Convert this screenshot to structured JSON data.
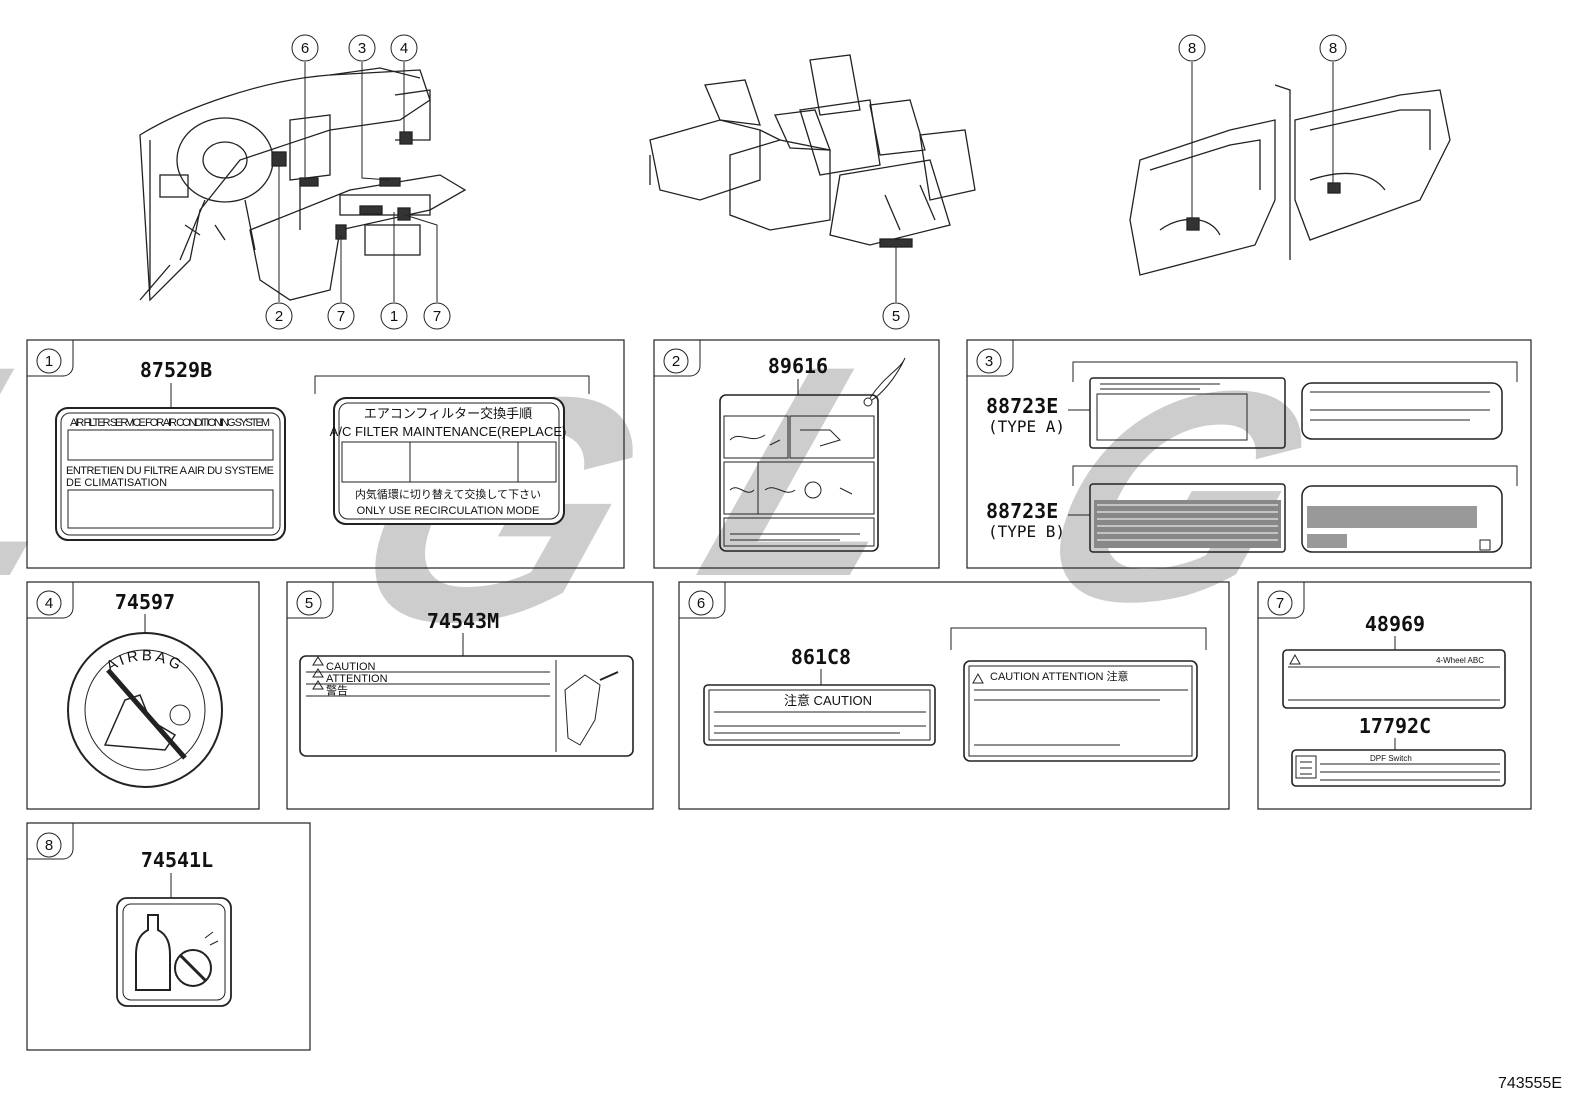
{
  "wm_letters": [
    "L",
    "G",
    "L",
    "G"
  ],
  "doc_id": "743555E",
  "callouts": {
    "dash": [
      "6",
      "3",
      "4",
      "2",
      "7",
      "1",
      "7"
    ],
    "seat": [
      "5"
    ],
    "door": [
      "8",
      "8"
    ]
  },
  "panels": [
    {
      "num": "1",
      "part": "87529B",
      "en_title": "AIR FILTER SERVICE FOR AIR CONDITIONING SYSTEM",
      "fr_line1": "ENTRETIEN DU FILTRE A AIR DU SYSTEME",
      "fr_line2": "DE CLIMATISATION",
      "jp_title": "エアコンフィルター交換手順",
      "jp_sub": "A/C FILTER MAINTENANCE(REPLACE)",
      "jp_note": "内気循環に切り替えて交換して下さい",
      "en_note": "ONLY USE RECIRCULATION MODE"
    },
    {
      "num": "2",
      "part": "89616"
    },
    {
      "num": "3",
      "part_a": "88723E",
      "type_a": "(TYPE A)",
      "part_b": "88723E",
      "type_b": "(TYPE B)"
    },
    {
      "num": "4",
      "part": "74597",
      "ring_text": "AIRBAG"
    },
    {
      "num": "5",
      "part": "74543M",
      "caution": "CAUTION",
      "attention": "ATTENTION",
      "keikoku": "警告"
    },
    {
      "num": "6",
      "part": "861C8",
      "caution_label": "注意 CAUTION",
      "caution_attention": "CAUTION ATTENTION 注意"
    },
    {
      "num": "7",
      "part_1": "48969",
      "part_2": "17792C",
      "label_1": "4-Wheel ABC",
      "label_2": "DPF Switch"
    },
    {
      "num": "8",
      "part": "74541L"
    }
  ]
}
